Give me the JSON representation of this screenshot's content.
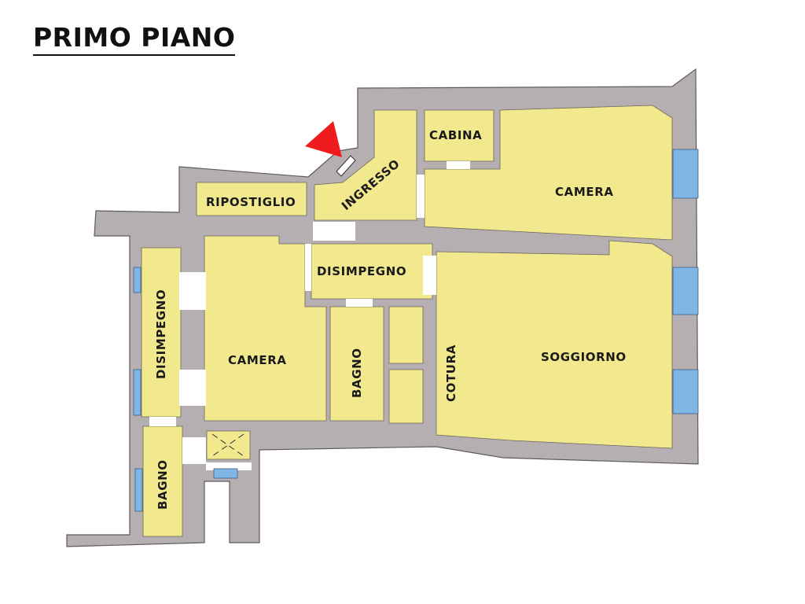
{
  "title": "PRIMO PIANO",
  "colors": {
    "room": "#f2e88e",
    "wall": "#b5afb1",
    "window": "#7fb6e4",
    "entrance_marker": "#ee1c1c"
  },
  "rooms": {
    "ripostiglio": "RIPOSTIGLIO",
    "ingresso": "INGRESSO",
    "cabina": "CABINA",
    "camera_top": "CAMERA",
    "disimpegno_center": "DISIMPEGNO",
    "disimpegno_left": "DISIMPEGNO",
    "camera_left": "CAMERA",
    "bagno_center": "BAGNO",
    "cotura": "COTURA",
    "soggiorno": "SOGGIORNO",
    "bagno_left": "BAGNO"
  },
  "icons": {
    "entrance": "red-triangle-arrow"
  }
}
